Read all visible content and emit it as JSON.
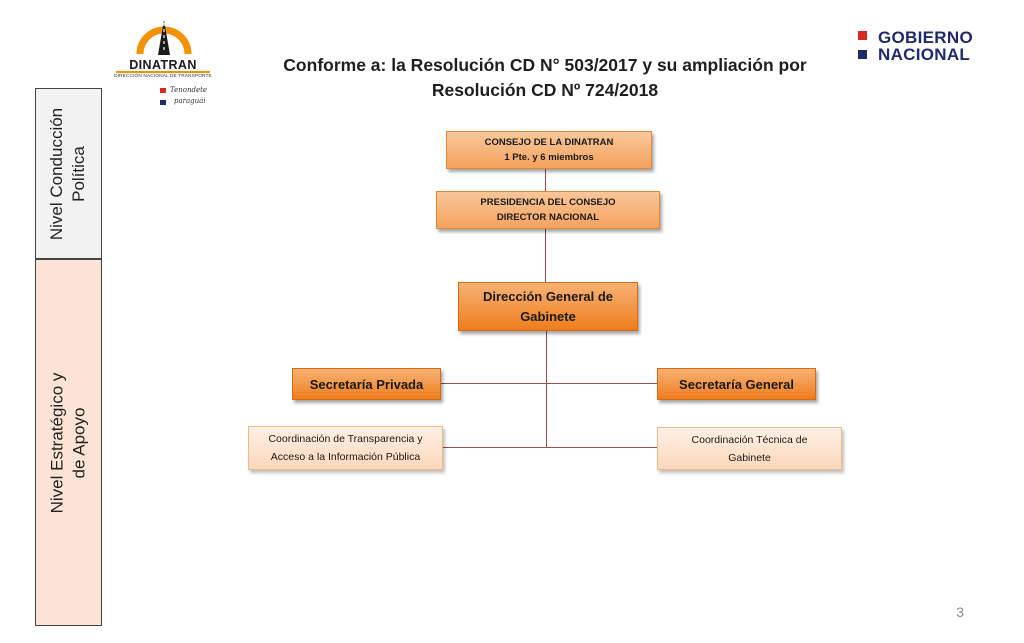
{
  "header": {
    "title_line1": "Conforme a: la Resolución CD N° 503/2017 y su ampliación por",
    "title_line2": "Resolución CD Nº 724/2018"
  },
  "logo_left": {
    "name": "DINATRAN",
    "subtitle": "DIRECCIÓN NACIONAL DE TRANSPORTE",
    "slogan_line1": "Tenondete",
    "slogan_line2": "paraguái",
    "accent_color": "#f39200"
  },
  "logo_right": {
    "line1": "GOBIERNO",
    "line2": "NACIONAL",
    "red_color": "#d52b1e",
    "blue_color": "#1f2a6b"
  },
  "levels": [
    {
      "label_line1": "Nivel Conducción",
      "label_line2": "Política"
    },
    {
      "label_line1": "Nivel Estratégico y",
      "label_line2": "de Apoyo"
    }
  ],
  "org": {
    "consejo": {
      "line1": "CONSEJO DE LA DINATRAN",
      "line2": "1 Pte. y 6 miembros"
    },
    "presidencia": {
      "line1": "PRESIDENCIA DEL CONSEJO",
      "line2": "DIRECTOR NACIONAL"
    },
    "direccion": {
      "line1": "Dirección General de",
      "line2": "Gabinete"
    },
    "sec_privada": "Secretaría Privada",
    "sec_general": "Secretaría General",
    "coord_transparencia": {
      "line1": "Coordinación de Transparencia y",
      "line2": "Acceso a la Información Pública"
    },
    "coord_tecnica": {
      "line1": "Coordinación Técnica de",
      "line2": "Gabinete"
    }
  },
  "colors": {
    "box_orange": "#f5a25d",
    "box_dark_orange": "#ef7d1d",
    "box_light": "#fbd8ba",
    "connector": "#9b4a4a",
    "level_top_bg": "#f2f2f2",
    "level_bottom_bg": "#fbe4d5"
  },
  "page_number": "3"
}
